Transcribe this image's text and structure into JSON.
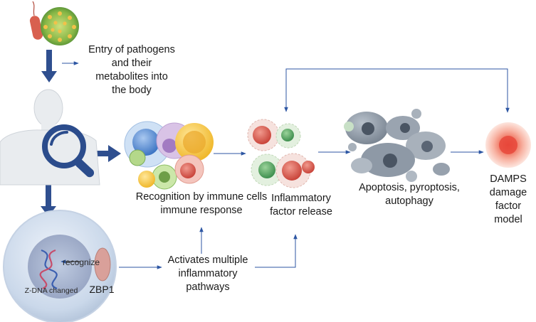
{
  "labels": {
    "entry": [
      "Entry of pathogens",
      "and their",
      "metabolites into",
      "the body"
    ],
    "recognition": [
      "Recognition by immune cells",
      "immune response"
    ],
    "inflammatory": [
      "Inflammatory",
      "factor release"
    ],
    "death": [
      "Apoptosis, pyroptosis,",
      "autophagy"
    ],
    "damps": [
      "DAMPS",
      "damage",
      "factor",
      "model"
    ],
    "pathways": [
      "Activates multiple",
      "inflammatory",
      "pathways"
    ],
    "recognize": "recognize",
    "zdna": "Z-DNA changed",
    "zbp1": "ZBP1"
  },
  "colors": {
    "arrow": "#2d56a3",
    "arrow_thick": "#2f4f8f",
    "body": "#e9ecef",
    "magnifier": "#2b4c8c",
    "cell": "#d7e2ef",
    "damps": "#e8493c"
  },
  "icons": [
    "virus-icon",
    "bacterium-icon",
    "human-body-icon",
    "magnifier-icon",
    "immune-cells-icon",
    "inflammatory-cells-icon",
    "dying-cells-icon",
    "damps-icon",
    "cell-icon",
    "dna-icon"
  ]
}
